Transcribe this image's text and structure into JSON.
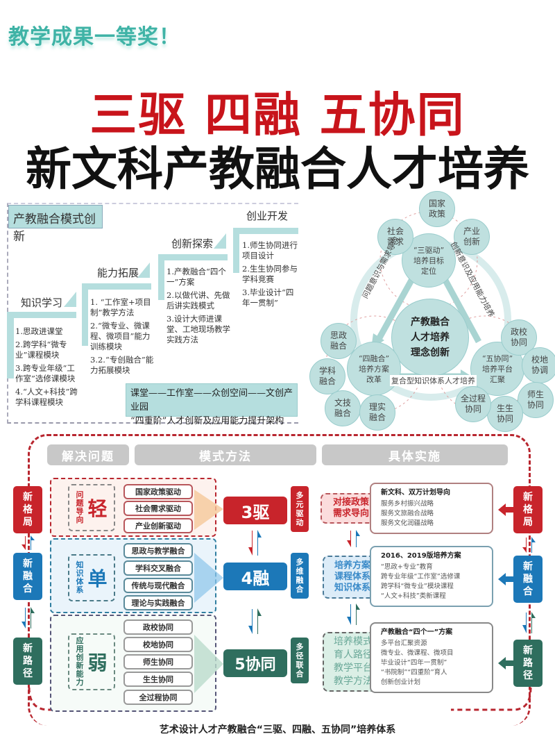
{
  "header": {
    "award": "教学成果一等奖！",
    "title_line1": "三驱 四融 五协同",
    "title_line2": "新文科产教融合人才培养",
    "colors": {
      "award": "#3fb3a6",
      "title1": "#c8141b",
      "title2": "#111111"
    }
  },
  "staircase": {
    "title": "产教融合模式创新",
    "steps": [
      {
        "label": "知识学习",
        "items": [
          "1.思政进课堂",
          "2.跨学科“微专业”课程模块",
          "3.跨专业年级“工作室”选修课模块",
          "4.“人文+科技”跨学科课程模块"
        ]
      },
      {
        "label": "能力拓展",
        "items": [
          "1. “工作室+项目制”教学方法",
          "2.“微专业、微课程、微项目”能力训练模块",
          "3.2.“专创融合”能力拓展模块"
        ]
      },
      {
        "label": "创新探索",
        "items": [
          "1.产教融合“四个一”方案",
          "2.以做代讲、先做后讲实践模式",
          "3.设计大师进课堂、工地现场教学实践方法"
        ]
      },
      {
        "label": "创业开发",
        "items": [
          "1.师生协同进行项目设计",
          "2.生生协同参与学科竞赛",
          "3.毕业设计“四年一贯制”"
        ]
      }
    ],
    "footer_line1": "课堂——工作室——众创空间——文创产业园",
    "footer_line2": "“四重阶”人才创新及应用能力提升架构"
  },
  "circle_diagram": {
    "center": [
      "产教融合",
      "人才培养",
      "理念创新"
    ],
    "top_node": [
      "“三驱动”",
      "培养目标",
      "定位"
    ],
    "left_node": [
      "“四融合”",
      "培养方案",
      "改革"
    ],
    "right_node": [
      "“五协同”",
      "培养平台",
      "汇聚"
    ],
    "top_satellites": [
      [
        "社会",
        "需求"
      ],
      [
        "国家",
        "政策"
      ],
      [
        "产业",
        "创新"
      ]
    ],
    "left_satellites": [
      [
        "思政",
        "融合"
      ],
      [
        "学科",
        "融合"
      ],
      [
        "文技",
        "融合"
      ],
      [
        "理实",
        "融合"
      ]
    ],
    "right_satellites": [
      [
        "政校",
        "协同"
      ],
      [
        "校地",
        "协调"
      ],
      [
        "师生",
        "协同"
      ],
      [
        "生生",
        "协同"
      ],
      [
        "全过程",
        "协同"
      ]
    ],
    "arrow_left_label": "问题意识与需求导向",
    "arrow_right_label": "创新意识及应用能力培养",
    "arrow_bottom_label": "复合型知识体系人才培养"
  },
  "framework": {
    "headers": [
      "解决问题",
      "模式方法",
      "具体实施"
    ],
    "left_tags": [
      [
        "新",
        "格",
        "局"
      ],
      [
        "新",
        "融",
        "合"
      ],
      [
        "新",
        "路",
        "径"
      ]
    ],
    "right_tags": [
      [
        "新",
        "格",
        "局"
      ],
      [
        "新",
        "融",
        "合"
      ],
      [
        "新",
        "路",
        "径"
      ]
    ],
    "rows": [
      {
        "problem_small": [
          "问",
          "题",
          "导",
          "向"
        ],
        "problem_big": "轻",
        "pills": [
          "国家政策驱动",
          "社会需求驱动",
          "产业创新驱动"
        ],
        "main": "3驱",
        "mid_tag": [
          "多",
          "元",
          "驱",
          "动"
        ],
        "bubble": [
          "对接政策",
          "需求导向"
        ],
        "detail_head": "新文科、双万计划导向",
        "detail_items": [
          "服务乡村振兴战略",
          "服务文旅融合战略",
          "服务文化润疆战略"
        ],
        "color": "#c8242b"
      },
      {
        "problem_small": [
          "知",
          "识",
          "体",
          "系"
        ],
        "problem_big": "单",
        "pills": [
          "思政与教学融合",
          "学科交叉融合",
          "传统与现代融合",
          "理论与实践融合"
        ],
        "main": "4融",
        "mid_tag": [
          "多",
          "维",
          "融",
          "合"
        ],
        "bubble": [
          "培养方案",
          "课程体系",
          "知识体系"
        ],
        "detail_head": "2016、2019版培养方案",
        "detail_items": [
          "“思政+专业”教育",
          "跨专业年级“工作室”选修课",
          "跨学科“微专业”模块课程",
          "“人文+科技”类新课程"
        ],
        "color": "#1c78b8"
      },
      {
        "problem_small": [
          "应",
          "用",
          "创",
          "新",
          "能",
          "力"
        ],
        "problem_big": "弱",
        "pills": [
          "政校协同",
          "校地协同",
          "师生协同",
          "生生协同",
          "全过程协同"
        ],
        "main": "5协同",
        "mid_tag": [
          "多",
          "径",
          "联",
          "合"
        ],
        "bubble": [
          "培养模式",
          "育人路径",
          "教学平台",
          "教学方法"
        ],
        "detail_head": "产教融合“四个一”方案",
        "detail_items": [
          "多平台汇聚资源",
          "微专业、微课程、微项目",
          "毕业设计“四年一贯制”",
          "“书院制”“四重阶”育人",
          "创新创业计划"
        ],
        "color": "#2f6e5e"
      }
    ],
    "footer": "艺术设计人才产教融合“三驱、四融、五协同”培养体系"
  }
}
